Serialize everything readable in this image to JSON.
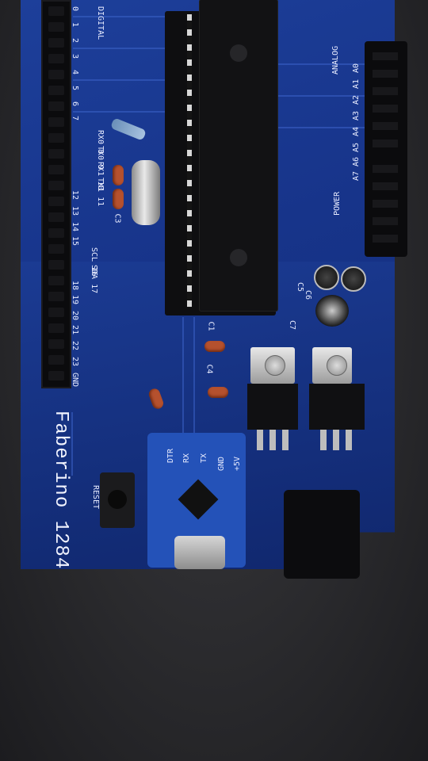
{
  "board": {
    "title": "Faberino 1284",
    "reset_label": "RESET",
    "section_digital": "DIGITAL",
    "section_analog": "ANALOG",
    "section_power": "POWER",
    "usb_pins": [
      "DTR",
      "RX",
      "TX",
      "GND",
      "+5V"
    ],
    "digital_pins": [
      "0",
      "1",
      "2",
      "3",
      "4",
      "5",
      "6",
      "7",
      "RX0 8",
      "TX0 9",
      "RX1 10",
      "TX1 11",
      "12",
      "13",
      "14",
      "15",
      "SCL 16",
      "SDA 17",
      "18",
      "19",
      "20",
      "21",
      "22",
      "23",
      "GND"
    ],
    "analog_pins": [
      "A0",
      "A1",
      "A2",
      "A3",
      "A4",
      "A5",
      "A6",
      "A7"
    ],
    "cap_labels": [
      "C5",
      "C6",
      "C7",
      "C1",
      "C3",
      "C4"
    ]
  },
  "colors": {
    "pcb": "#17348a",
    "background": "#2a2a2d",
    "silkscreen": "#e8ecff"
  }
}
